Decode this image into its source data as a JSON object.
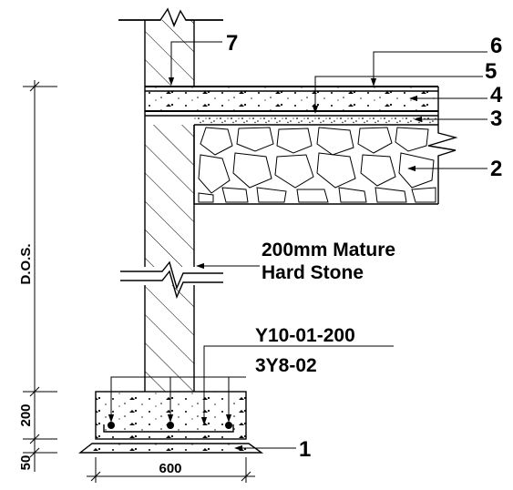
{
  "callouts": {
    "c1": "1",
    "c2": "2",
    "c3": "3",
    "c4": "4",
    "c5": "5",
    "c6": "6",
    "c7": "7"
  },
  "notes": {
    "wall_line1": "200mm Mature",
    "wall_line2": "Hard Stone",
    "rebar_main": "Y10-01-200",
    "rebar_dist": "3Y8-02"
  },
  "dimensions": {
    "depth": "D.O.S.",
    "footing_height": "200",
    "blinding": "50",
    "footing_width": "600"
  }
}
